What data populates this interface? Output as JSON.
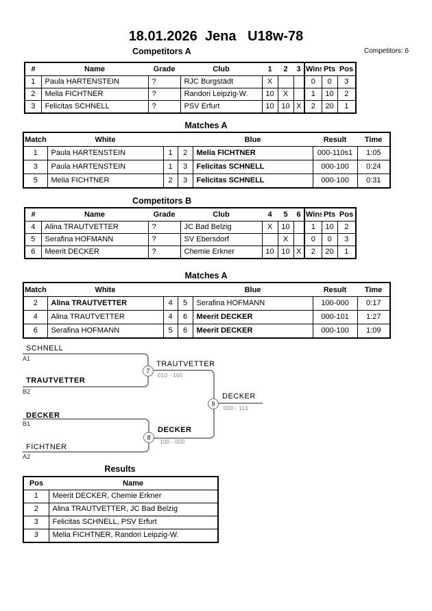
{
  "title": "18.01.2026  Jena   U18w-78",
  "competitors_note": "Competitors: 6",
  "compA": {
    "heading": "Competitors A",
    "columns": [
      "#",
      "Name",
      "Grade",
      "Club",
      "1",
      "2",
      "3",
      "Wins",
      "Pts",
      "Pos"
    ],
    "rows": [
      [
        "1",
        "Paula HARTENSTEIN",
        "?",
        "RJC Burgstädt",
        "X",
        "",
        "",
        "0",
        "0",
        "3"
      ],
      [
        "2",
        "Melia FICHTNER",
        "?",
        "Randori Leipzig-W.",
        "10",
        "X",
        "",
        "1",
        "10",
        "2"
      ],
      [
        "3",
        "Felicitas SCHNELL",
        "?",
        "PSV Erfurt",
        "10",
        "10",
        "X",
        "2",
        "20",
        "1"
      ]
    ]
  },
  "matchesA1": {
    "heading": "Matches A",
    "columns": [
      "Match",
      "White",
      "Blue",
      "Result",
      "Time"
    ],
    "rows": [
      [
        "1",
        "Paula HARTENSTEIN",
        "1",
        "2",
        "Melia FICHTNER",
        "000-110s1",
        "1:05"
      ],
      [
        "3",
        "Paula HARTENSTEIN",
        "1",
        "3",
        "Felicitas SCHNELL",
        "000-100",
        "0:24"
      ],
      [
        "5",
        "Melia FICHTNER",
        "2",
        "3",
        "Felicitas SCHNELL",
        "000-100",
        "0:31"
      ]
    ]
  },
  "compB": {
    "heading": "Competitors B",
    "columns": [
      "#",
      "Name",
      "Grade",
      "Club",
      "4",
      "5",
      "6",
      "Wins",
      "Pts",
      "Pos"
    ],
    "rows": [
      [
        "4",
        "Alina TRAUTVETTER",
        "?",
        "JC Bad Belzig",
        "X",
        "10",
        "",
        "1",
        "10",
        "2"
      ],
      [
        "5",
        "Serafina HOFMANN",
        "?",
        "SV Ebersdorf",
        "",
        "X",
        "",
        "0",
        "0",
        "3"
      ],
      [
        "6",
        "Meerit DECKER",
        "?",
        "Chemie Erkner",
        "10",
        "10",
        "X",
        "2",
        "20",
        "1"
      ]
    ]
  },
  "matchesA2": {
    "heading": "Matches A",
    "columns": [
      "Match",
      "White",
      "Blue",
      "Result",
      "Time"
    ],
    "rows": [
      [
        "2",
        "Alina TRAUTVETTER",
        "4",
        "5",
        "Serafina HOFMANN",
        "100-000",
        "0:17"
      ],
      [
        "4",
        "Alina TRAUTVETTER",
        "4",
        "6",
        "Meerit DECKER",
        "000-101",
        "1:27"
      ],
      [
        "6",
        "Serafina HOFMANN",
        "5",
        "6",
        "Meerit DECKER",
        "000-100",
        "1:09"
      ]
    ]
  },
  "bracket": {
    "slot_names": [
      "SCHNELL",
      "TRAUTVETTER",
      "DECKER",
      "FICHTNER"
    ],
    "slot_seeds": [
      "A1",
      "B2",
      "B1",
      "A2"
    ],
    "match7": {
      "num": "7",
      "winner": "TRAUTVETTER",
      "score": "010 - 100"
    },
    "match8": {
      "num": "8",
      "winner": "DECKER",
      "score": "100 - 000"
    },
    "match9": {
      "num": "9",
      "winner": "DECKER",
      "score": "000 - 110"
    },
    "line_color": "#8c8c8c"
  },
  "results": {
    "heading": "Results",
    "columns": [
      "Pos",
      "Name"
    ],
    "rows": [
      [
        "1",
        "Meerit DECKER, Chemie Erkner"
      ],
      [
        "2",
        "Alina TRAUTVETTER, JC Bad Belzig"
      ],
      [
        "3",
        "Felicitas SCHNELL, PSV Erfurt"
      ],
      [
        "3",
        "Melia FICHTNER, Randori Leipzig-W."
      ]
    ]
  }
}
